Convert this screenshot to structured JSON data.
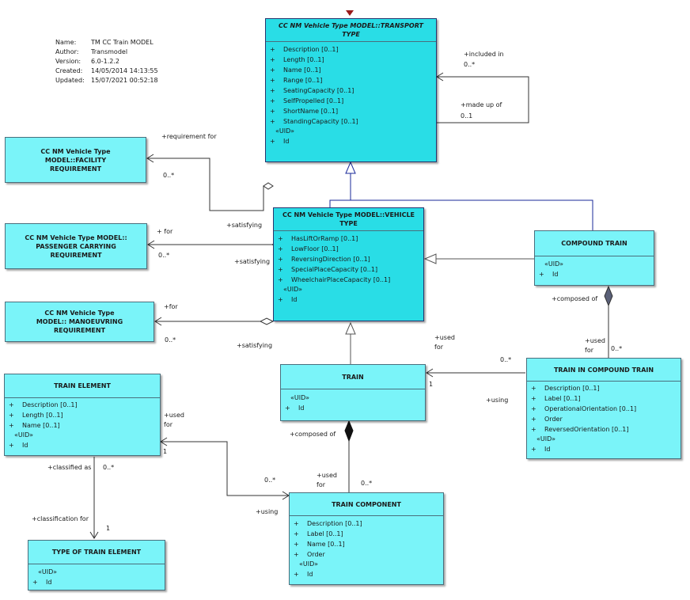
{
  "meta": [
    {
      "key": "Name:",
      "value": "TM CC Train MODEL"
    },
    {
      "key": "Author:",
      "value": "Transmodel"
    },
    {
      "key": "Version:",
      "value": "6.0-1.2.2"
    },
    {
      "key": "Created:",
      "value": "14/05/2014 14:13:55"
    },
    {
      "key": "Updated:",
      "value": "15/07/2021 00:52:18"
    }
  ],
  "classes": {
    "transport_type": {
      "title": "CC NM Vehicle Type MODEL::TRANSPORT TYPE",
      "attrs": [
        "Description [0..1]",
        "Length [0..1]",
        "Name [0..1]",
        "Range [0..1]",
        "SeatingCapacity [0..1]",
        "SelfPropelled [0..1]",
        "ShortName [0..1]",
        "StandingCapacity [0..1]"
      ],
      "stereo": "«UID»",
      "id": "Id"
    },
    "facility_req": {
      "title": "CC NM Vehicle Type MODEL::FACILITY REQUIREMENT"
    },
    "passenger_req": {
      "title": "CC NM Vehicle Type MODEL:: PASSENGER CARRYING REQUIREMENT"
    },
    "manoeuvring_req": {
      "title": "CC NM Vehicle Type MODEL:: MANOEUVRING REQUIREMENT"
    },
    "vehicle_type": {
      "title": "CC NM Vehicle Type MODEL::VEHICLE TYPE",
      "attrs": [
        "HasLiftOrRamp [0..1]",
        "LowFloor [0..1]",
        "ReversingDirection [0..1]",
        "SpecialPlaceCapacity [0..1]",
        "WheelchairPlaceCapacity [0..1]"
      ],
      "stereo": "«UID»",
      "id": "Id"
    },
    "compound_train": {
      "title": "COMPOUND TRAIN",
      "stereo": "«UID»",
      "id": "Id"
    },
    "train": {
      "title": "TRAIN",
      "stereo": "«UID»",
      "id": "Id"
    },
    "train_in_compound": {
      "title": "TRAIN IN COMPOUND TRAIN",
      "attrs": [
        "Description [0..1]",
        "Label [0..1]",
        "OperationalOrientation [0..1]",
        "Order",
        "ReversedOrientation [0..1]"
      ],
      "stereo": "«UID»",
      "id": "Id"
    },
    "train_element": {
      "title": "TRAIN ELEMENT",
      "attrs": [
        "Description [0..1]",
        "Length [0..1]",
        "Name [0..1]"
      ],
      "stereo": "«UID»",
      "id": "Id"
    },
    "train_component": {
      "title": "TRAIN COMPONENT",
      "attrs": [
        "Description [0..1]",
        "Label [0..1]",
        "Name [0..1]",
        "Order"
      ],
      "stereo": "«UID»",
      "id": "Id"
    },
    "type_of_train_element": {
      "title": "TYPE OF TRAIN ELEMENT",
      "stereo": "«UID»",
      "id": "Id"
    }
  },
  "visibility": "+",
  "labels": {
    "included_in": "+included in",
    "included_in_mult": "0..*",
    "made_up_of": "+made up of",
    "made_up_of_mult": "0..1",
    "requirement_for": "+requirement for",
    "req_for_mult": "0..*",
    "satisfying_1": "+satisfying",
    "for_1": "+ for",
    "for_1_mult": "0..*",
    "satisfying_2": "+satisfying",
    "for_2": "+for",
    "for_2_mult": "0..*",
    "satisfying_3": "+satisfying",
    "composed_of_1": "+composed of",
    "used_for_1a": "+used",
    "used_for_1b": "for",
    "used_for_1_mult": "0..*",
    "train_used_mult": "0..*",
    "using_1": "+using",
    "train_one": "1",
    "used_for_2a": "+used",
    "used_for_2b": "for",
    "te_one": "1",
    "composed_of_2": "+composed of",
    "used_for_3a": "+used",
    "used_for_3b": "for",
    "used_for_3_mult": "0..*",
    "te_mult": "0..*",
    "using_2": "+using",
    "classified_as": "+classified as",
    "classified_mult": "0..*",
    "classification_for": "+classification for",
    "classification_one": "1"
  }
}
